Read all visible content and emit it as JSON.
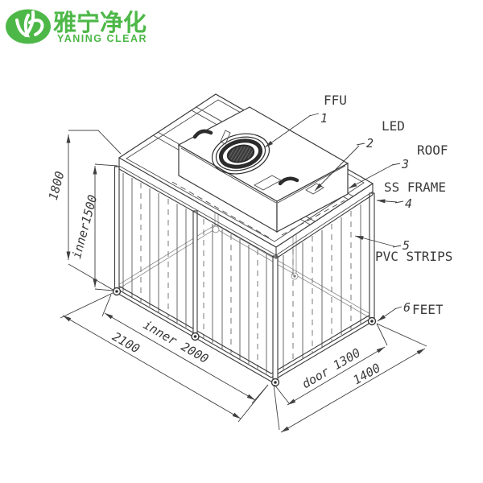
{
  "logo": {
    "name_cn": "雅宁净化",
    "name_en": "YANING CLEAR",
    "brand_color": "#4db848"
  },
  "drawing": {
    "title": "clean booth isometric drawing",
    "line_color": "#3a3a3a",
    "callouts": [
      {
        "num": "1",
        "label": "FFU"
      },
      {
        "num": "2",
        "label": "LED"
      },
      {
        "num": "3",
        "label": "ROOF"
      },
      {
        "num": "4",
        "label": "SS FRAME"
      },
      {
        "num": "5",
        "label": "PVC STRIPS"
      },
      {
        "num": "6",
        "label": "FEET"
      }
    ],
    "dims": {
      "overall_height": "1800",
      "inner_height": "inner1500",
      "inner_length": "inner 2000",
      "overall_length": "2100",
      "door_width": "door 1300",
      "overall_width": "1400"
    }
  }
}
